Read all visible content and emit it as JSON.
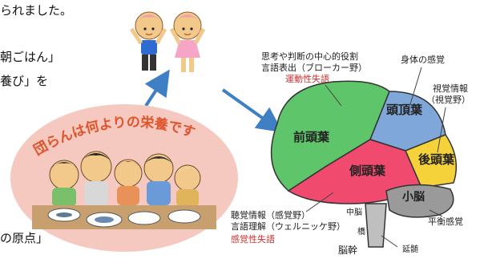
{
  "left_text": {
    "line1": "られました。",
    "line2": "朝ごはん」",
    "line3": "養び」を",
    "line4": "の原点」"
  },
  "banner": "団らんは何よりの栄養です",
  "brain": {
    "top_label_1": "思考や判断の中心的役割",
    "top_label_2": "言語表出（ブローカー野）",
    "top_label_3": "運動性失語",
    "frontal": "前頭葉",
    "parietal": "頭頂葉",
    "occipital": "後頭葉",
    "temporal": "側頭葉",
    "cerebellum": "小脳",
    "body_sense": "身体の感覚",
    "visual_1": "視覚情報",
    "visual_2": "（視覚野）",
    "auditory_1": "聴覚情報（感覚野）",
    "auditory_2": "言語理解（ウェルニッケ野）",
    "auditory_3": "感覚性失語",
    "midbrain": "中脳",
    "pons": "橋",
    "medulla": "延髄",
    "brainstem": "脳幹",
    "balance": "平衡感覚"
  },
  "colors": {
    "frontal": "#5fc56a",
    "parietal": "#7fa7d9",
    "occipital": "#f5d23a",
    "temporal": "#f04b6e",
    "cerebellum": "#9a9a9a",
    "brainstem": "#bfbfbf",
    "arrow": "#3f7fc4",
    "banner_text": "#e0542b",
    "ellipse": "#f6c9c0",
    "red_label": "#d0302f"
  }
}
